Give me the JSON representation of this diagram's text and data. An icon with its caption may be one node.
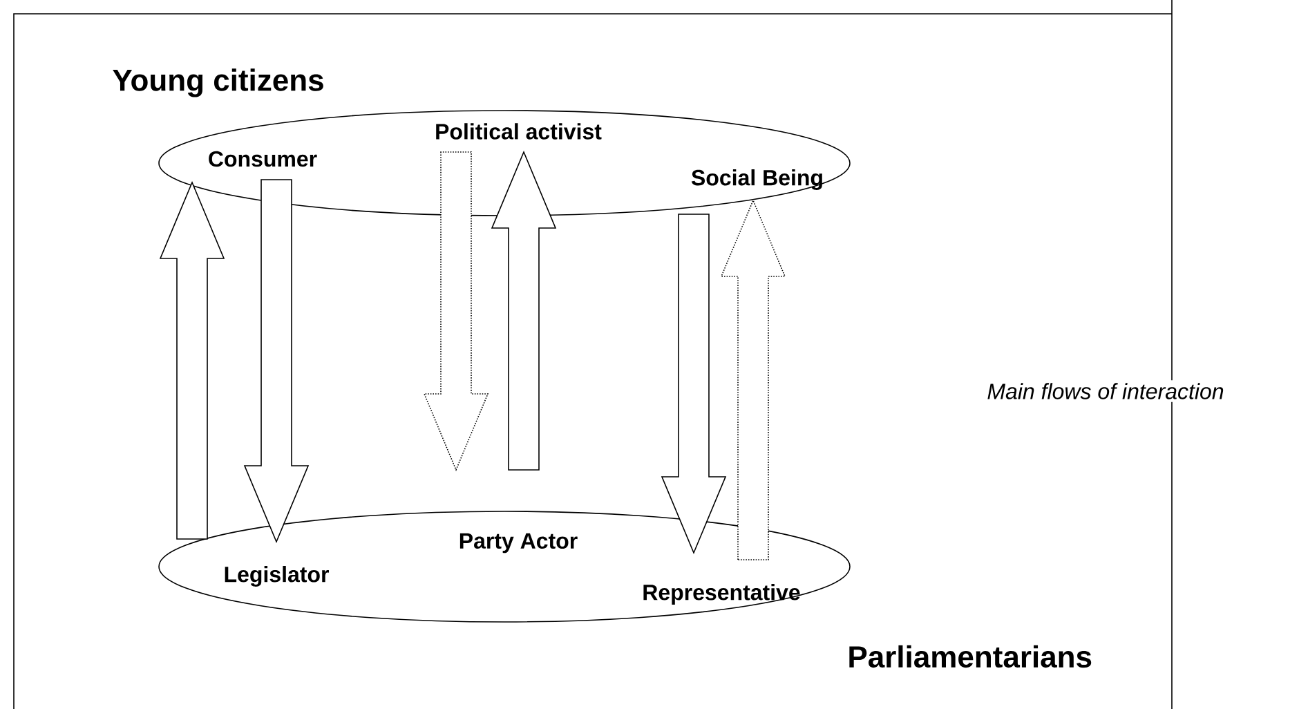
{
  "diagram": {
    "nodes": [
      {
        "text": [
          "Young citizens"
        ]
      },
      {
        "text": [
          "Consumer"
        ],
        "in": 0
      },
      {
        "text": [
          "Political activist"
        ],
        "in": 0
      },
      {
        "text": [
          "Social Being"
        ],
        "in": 0
      },
      {
        "text": [
          "Parliamentarians"
        ]
      },
      {
        "text": [
          "Legislator"
        ],
        "in": 4
      },
      {
        "text": [
          "Party Actor"
        ],
        "in": 4
      },
      {
        "text": [
          "Representative"
        ],
        "in": 4
      }
    ],
    "edges": [
      {
        "from": 5,
        "to": 1,
        "arrow": "to"
      },
      {
        "from": 1,
        "to": 5,
        "arrow": "to"
      },
      {
        "from": 2,
        "to": 6,
        "arrow": "to",
        "style": "dashed"
      },
      {
        "from": 6,
        "to": 2,
        "arrow": "to"
      },
      {
        "from": 3,
        "to": 7,
        "arrow": "to"
      },
      {
        "from": 7,
        "to": 3,
        "arrow": "to",
        "style": "dashed"
      }
    ],
    "labels": [
      "Main flows of interaction"
    ]
  }
}
